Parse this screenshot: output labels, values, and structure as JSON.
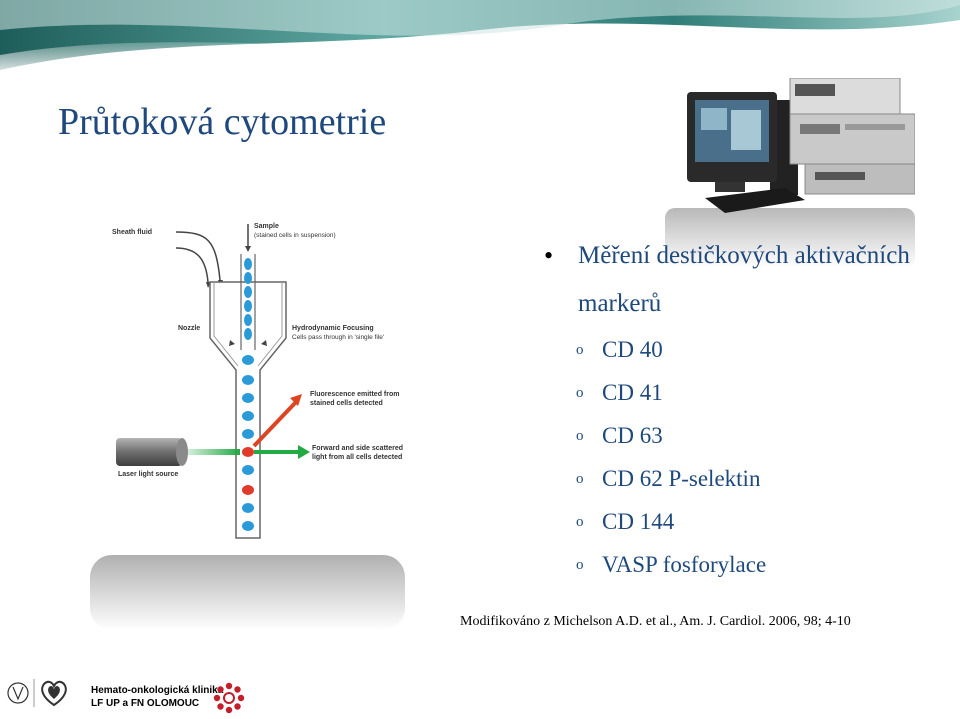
{
  "slide": {
    "title": "Průtoková cytometrie",
    "main_bullet": "Měření destičkových aktivačních markerů",
    "sub_items": [
      "CD 40",
      "CD 41",
      "CD 63",
      "CD 62 P-selektin",
      "CD 144",
      "VASP fosforylace"
    ],
    "citation": "Modifikováno z Michelson A.D. et al., Am. J. Cardiol. 2006, 98; 4-10"
  },
  "diagram": {
    "sheath_fluid": "Sheath fluid",
    "sample": "Sample",
    "sample_note": "(stained cells in suspension)",
    "nozzle": "Nozzle",
    "hydro_title": "Hydrodynamic Focusing",
    "hydro_note": "Cells pass through in 'single file'",
    "fluor_line1": "Fluorescence emitted from",
    "fluor_line2": "stained cells detected",
    "scatter_line1": "Forward and side scattered",
    "scatter_line2": "light from all cells detected",
    "laser": "Laser light source"
  },
  "footer": {
    "line1": "Hemato-onkologická klinika",
    "line2": "LF UP a FN OLOMOUC"
  },
  "colors": {
    "title": "#1f497d",
    "cell_blue": "#2a9bd8",
    "cell_red": "#e03a2a",
    "arrow_green": "#22aa44",
    "arrow_red": "#dd4422"
  },
  "icons": [
    "bullet-dot",
    "circle-marker",
    "computer-workstation",
    "university-seal",
    "heart-logo",
    "clinic-flower-logo"
  ]
}
